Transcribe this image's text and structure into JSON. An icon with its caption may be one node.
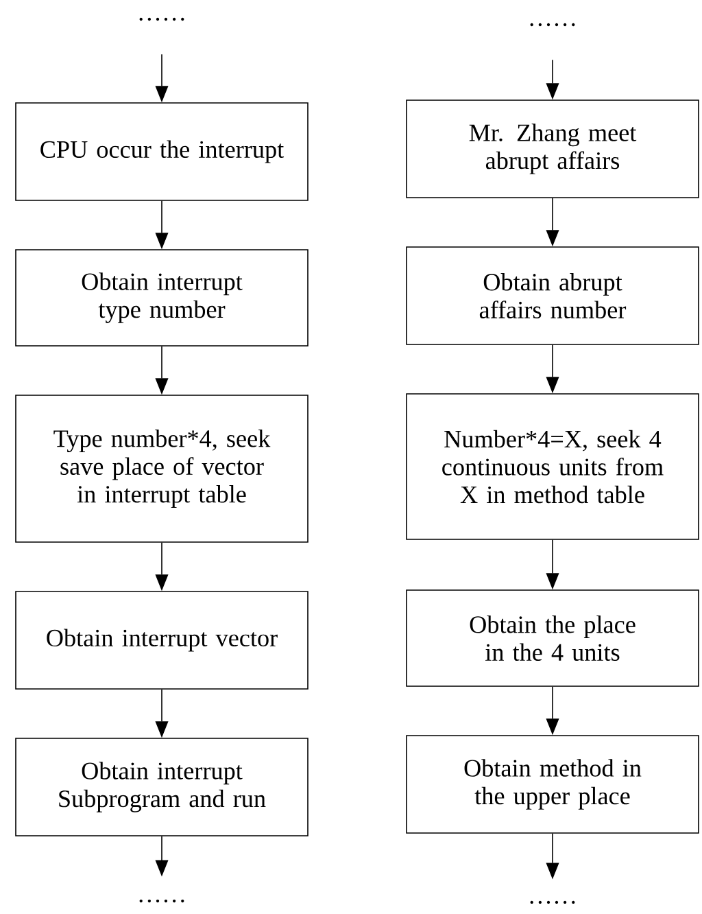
{
  "diagram": {
    "nodes": [
      {
        "text": [
          "……"
        ]
      },
      {
        "text": [
          "CPU occur the interrupt"
        ]
      },
      {
        "text": [
          "Obtain interrupt type number"
        ]
      },
      {
        "text": [
          "Type number*4, seek save place of vector in interrupt table"
        ]
      },
      {
        "text": [
          "Obtain interrupt vector"
        ]
      },
      {
        "text": [
          "Obtain interrupt Subprogram and run"
        ]
      },
      {
        "text": [
          "……"
        ]
      },
      {
        "text": [
          "……"
        ]
      },
      {
        "text": [
          "Mr. Zhang meet abrupt affairs"
        ]
      },
      {
        "text": [
          "Obtain abrupt affairs number"
        ]
      },
      {
        "text": [
          "Number*4=X, seek 4 continuous units from X in method table"
        ]
      },
      {
        "text": [
          "Obtain the place in the 4 units"
        ]
      },
      {
        "text": [
          "Obtain method in the upper place"
        ]
      },
      {
        "text": [
          "……"
        ]
      }
    ],
    "edges": [
      {
        "from": 0,
        "to": 1,
        "arrow": "to"
      },
      {
        "from": 1,
        "to": 2,
        "arrow": "to"
      },
      {
        "from": 2,
        "to": 3,
        "arrow": "to"
      },
      {
        "from": 3,
        "to": 4,
        "arrow": "to"
      },
      {
        "from": 4,
        "to": 5,
        "arrow": "to"
      },
      {
        "from": 5,
        "to": 6,
        "arrow": "to"
      },
      {
        "from": 7,
        "to": 8,
        "arrow": "to"
      },
      {
        "from": 8,
        "to": 9,
        "arrow": "to"
      },
      {
        "from": 9,
        "to": 10,
        "arrow": "to"
      },
      {
        "from": 10,
        "to": 11,
        "arrow": "to"
      },
      {
        "from": 11,
        "to": 12,
        "arrow": "to"
      },
      {
        "from": 12,
        "to": 13,
        "arrow": "to"
      }
    ]
  }
}
